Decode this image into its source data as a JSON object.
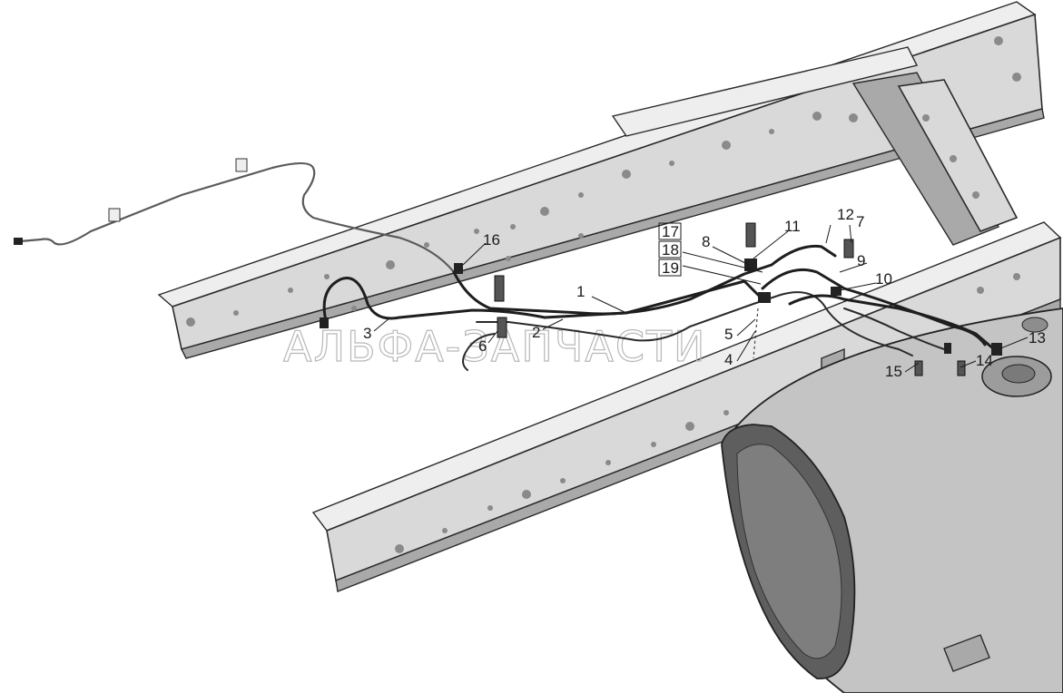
{
  "diagram": {
    "watermark": "АЛЬФА-ЗАПЧАСТИ",
    "callouts": [
      {
        "id": "c1",
        "text": "1"
      },
      {
        "id": "c2",
        "text": "2"
      },
      {
        "id": "c3",
        "text": "3"
      },
      {
        "id": "c4",
        "text": "4"
      },
      {
        "id": "c5",
        "text": "5"
      },
      {
        "id": "c6",
        "text": "6"
      },
      {
        "id": "c7",
        "text": "7"
      },
      {
        "id": "c8",
        "text": "8"
      },
      {
        "id": "c9",
        "text": "9"
      },
      {
        "id": "c10",
        "text": "10"
      },
      {
        "id": "c11",
        "text": "11"
      },
      {
        "id": "c12",
        "text": "12"
      },
      {
        "id": "c13",
        "text": "13"
      },
      {
        "id": "c14",
        "text": "14"
      },
      {
        "id": "c15",
        "text": "15"
      },
      {
        "id": "c16",
        "text": "16"
      },
      {
        "id": "c17",
        "text": "17"
      },
      {
        "id": "c18",
        "text": "18"
      },
      {
        "id": "c19",
        "text": "19"
      }
    ]
  }
}
